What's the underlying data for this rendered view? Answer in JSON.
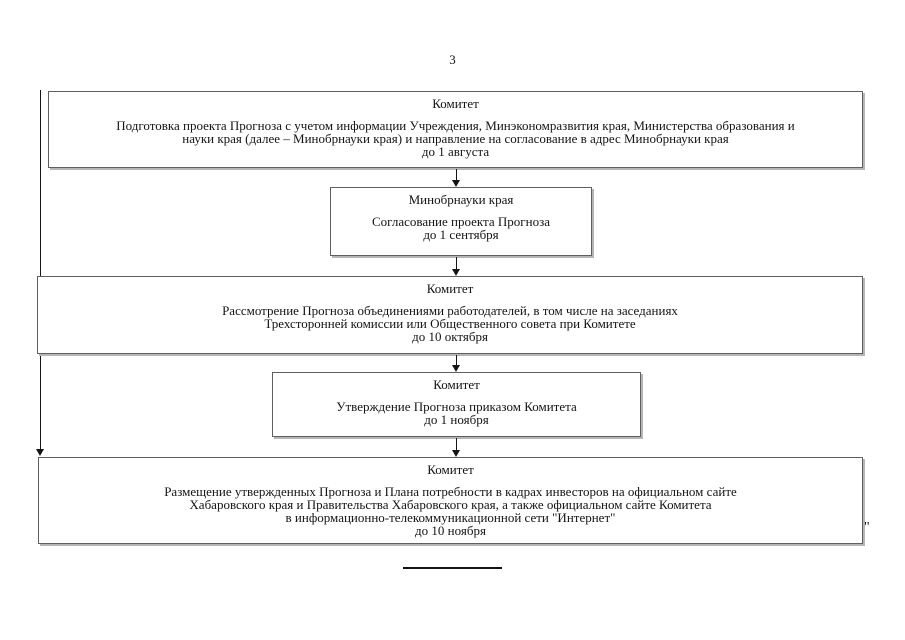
{
  "page": {
    "number": "3",
    "trailing_quote": "\""
  },
  "flowchart": {
    "boxes": [
      {
        "title": "Комитет",
        "body": "Подготовка проекта Прогноза с учетом информации Учреждения, Минэкономразвития края, Министерства образования и\nнауки края (далее – Минобрнауки края) и направление на согласование в адрес Минобрнауки края\nдо 1 августа"
      },
      {
        "title": "Минобрнауки края",
        "body": "Согласование проекта Прогноза\nдо 1 сентября"
      },
      {
        "title": "Комитет",
        "body": "Рассмотрение Прогноза объединениями работодателей, в том числе на заседаниях\nТрехсторонней комиссии или Общественного совета при Комитете\nдо 10 октября"
      },
      {
        "title": "Комитет",
        "body": "Утверждение Прогноза приказом Комитета\nдо 1 ноября"
      },
      {
        "title": "Комитет",
        "body": "Размещение утвержденных Прогноза и Плана потребности в кадрах инвесторов на официальном сайте\nХабаровского края и Правительства Хабаровского края, а также официальном сайте Комитета\nв информационно-телекоммуникационной сети \"Интернет\"\nдо 10 ноября"
      }
    ],
    "colors": {
      "box_border": "#5f5f5f",
      "box_shadow": "#b5b5b5",
      "connector": "#141414",
      "text": "#141414",
      "background": "#ffffff"
    }
  }
}
